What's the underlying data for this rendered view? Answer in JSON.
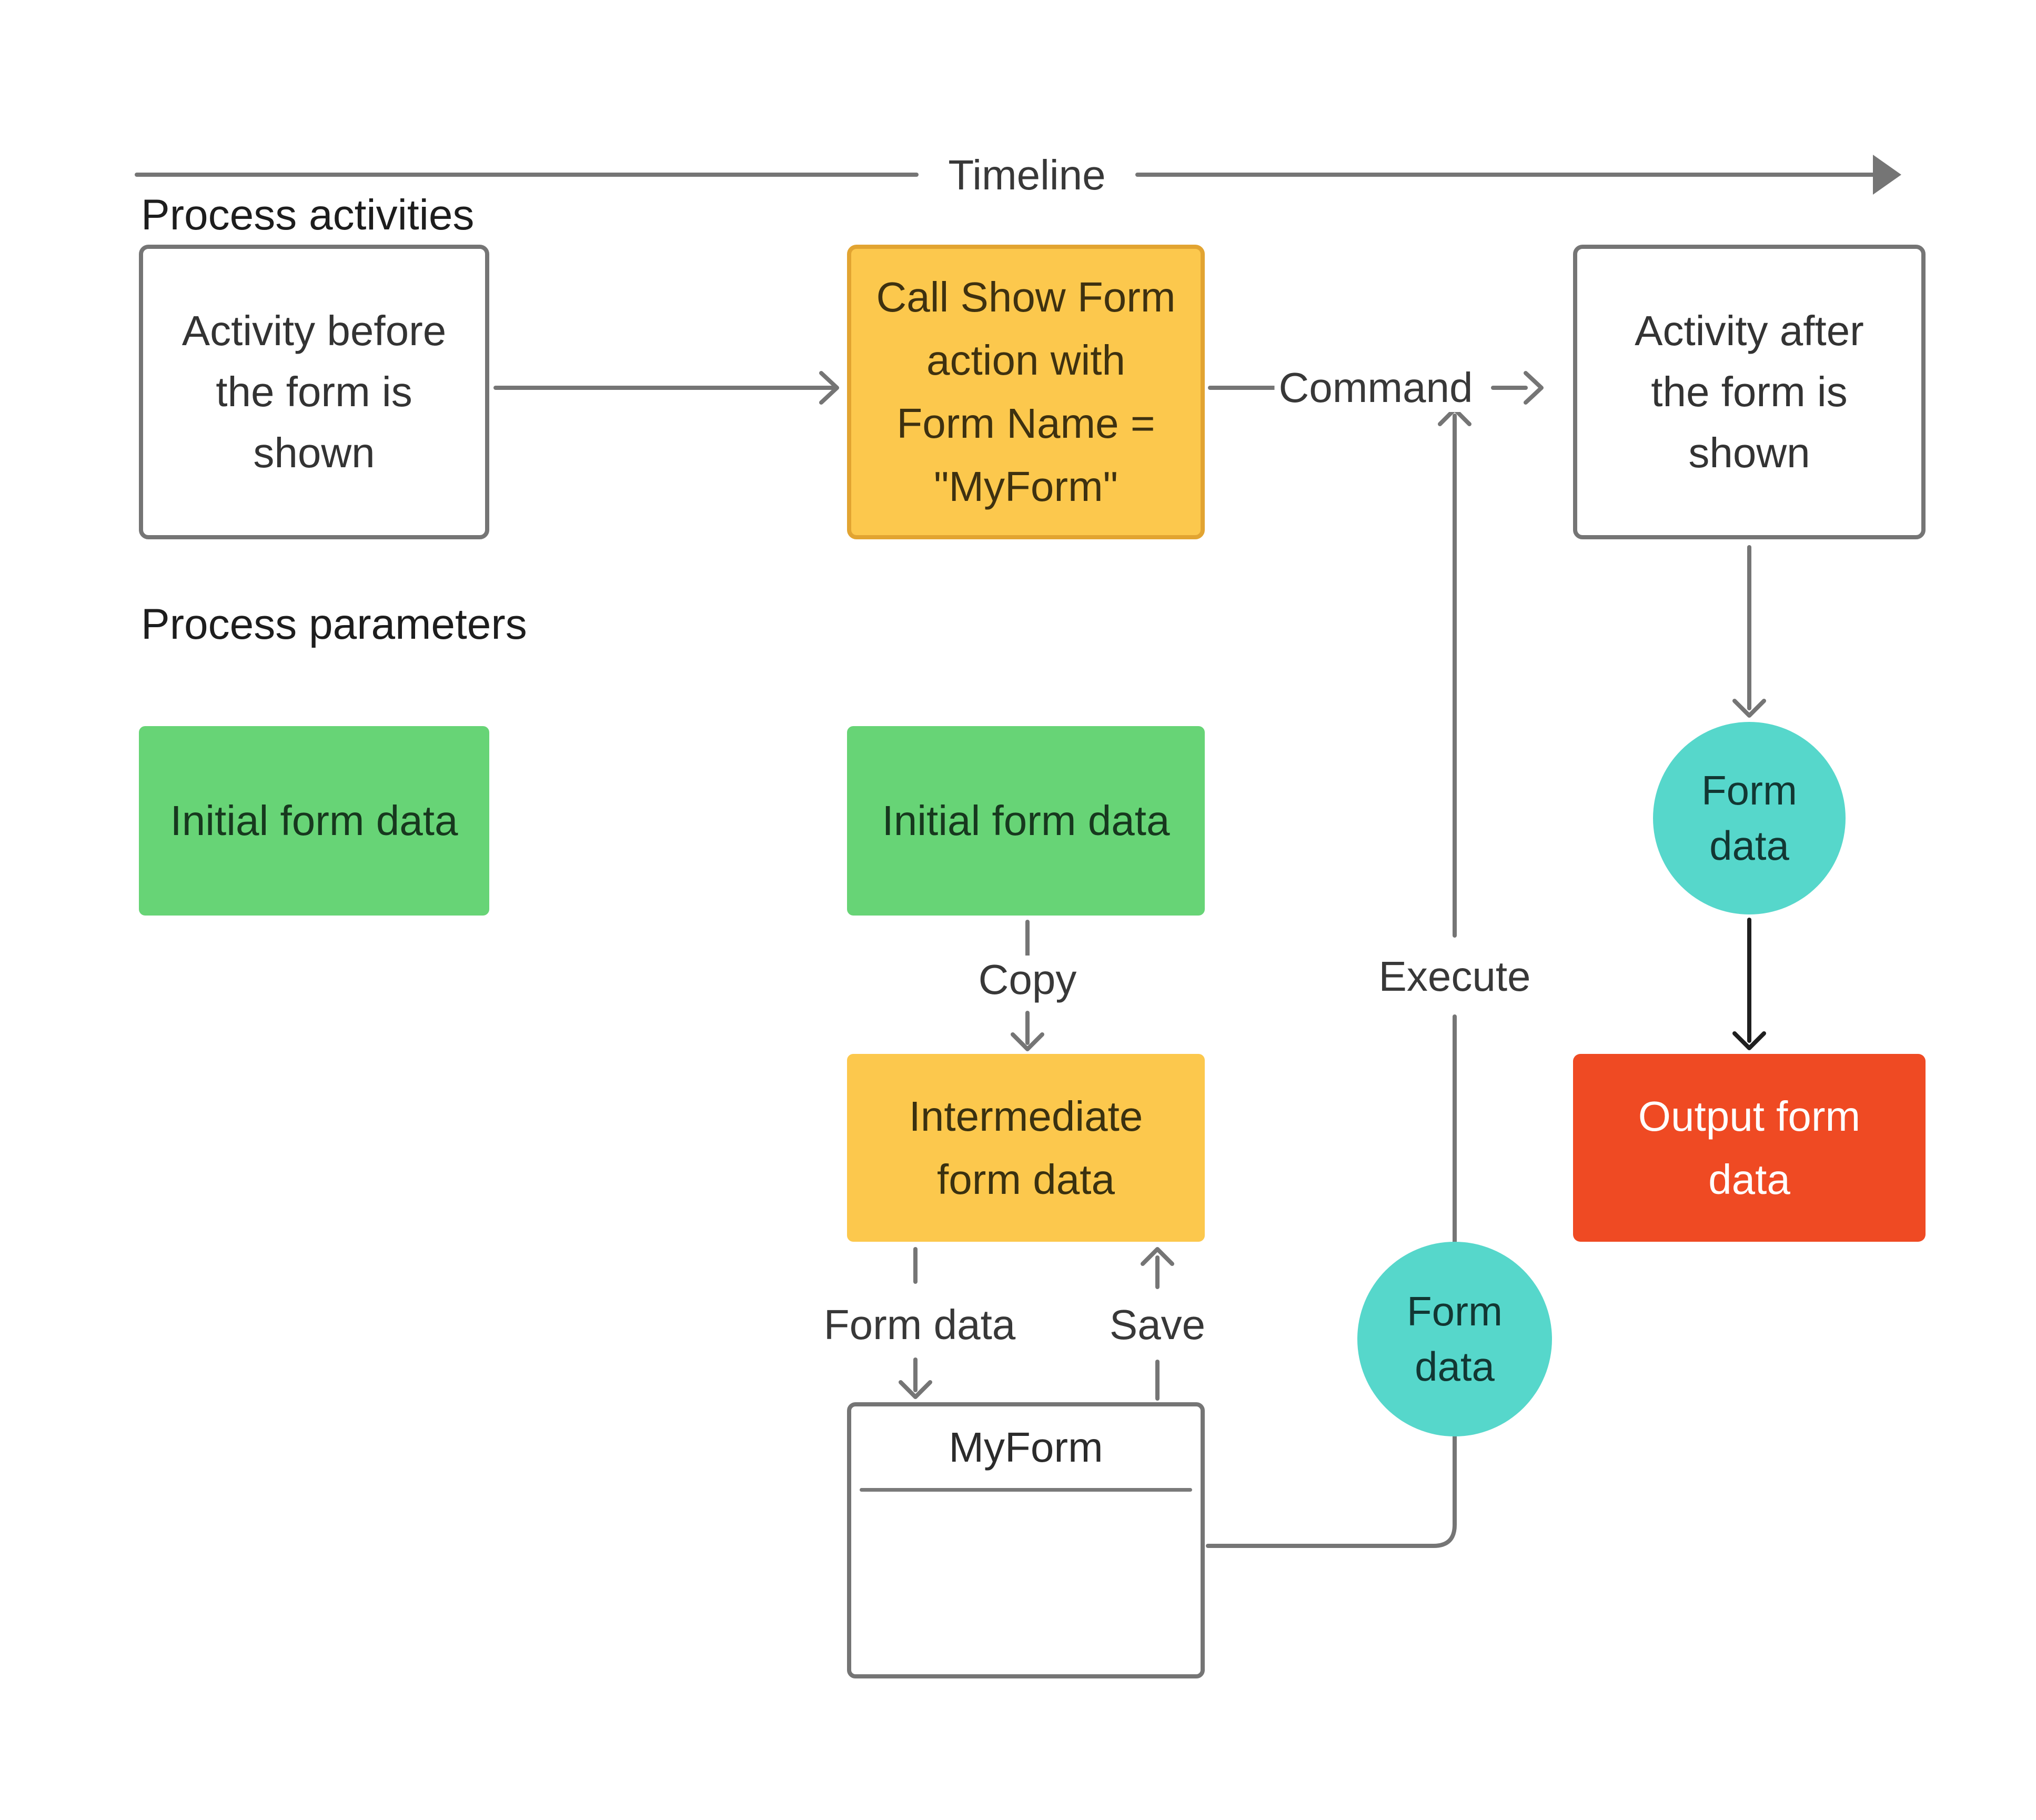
{
  "diagram": {
    "timeline_label": "Timeline",
    "sections": {
      "activities": "Process activities",
      "parameters": "Process parameters"
    },
    "nodes": {
      "activity_before": {
        "text": "Activity before\nthe form is\nshown"
      },
      "call_show_form": {
        "text": "Call Show Form\naction with\nForm Name =\n\"MyForm\""
      },
      "activity_after": {
        "text": "Activity after\nthe form is\nshown"
      },
      "initial_form_data_left": {
        "text": "Initial form data"
      },
      "initial_form_data_middle": {
        "text": "Initial form data"
      },
      "intermediate_form_data": {
        "text": "Intermediate\nform data"
      },
      "form_data_circle_right": {
        "text": "Form\ndata"
      },
      "form_data_circle_middle": {
        "text": "Form\ndata"
      },
      "output_form_data": {
        "text": "Output form\ndata"
      },
      "myform": {
        "title": "MyForm"
      }
    },
    "connector_labels": {
      "command": "Command",
      "execute": "Execute",
      "copy": "Copy",
      "form_data": "Form data",
      "save": "Save"
    },
    "colors": {
      "connector_gray": "#757575",
      "dark_arrow": "#1f1f1f",
      "yellow_fill": "#FCC84D",
      "yellow_border": "#E2A431",
      "green_fill": "#67D476",
      "teal_fill": "#56D7CB",
      "red_fill": "#EF4A23",
      "white_box_border": "#757575",
      "background": "#ffffff"
    }
  }
}
